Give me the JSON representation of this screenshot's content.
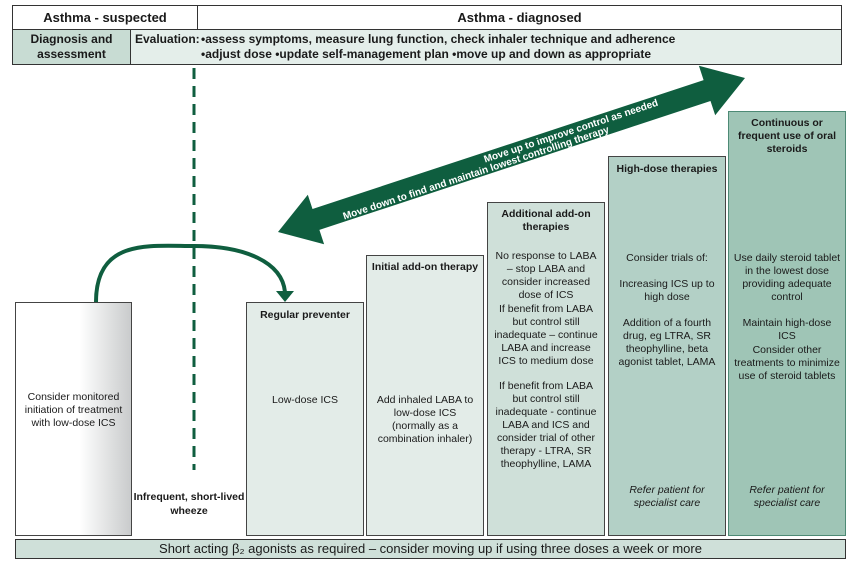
{
  "header": {
    "suspected_label": "Asthma - suspected",
    "diagnosed_label": "Asthma - diagnosed"
  },
  "assessment": {
    "label": "Diagnosis and assessment",
    "evaluation_label": "Evaluation:",
    "line1": "•assess symptoms, measure lung function, check inhaler technique and adherence",
    "line2": "•adjust dose •update self-management plan •move up and down as appropriate"
  },
  "arrow": {
    "up_label": "Move up to improve control as needed",
    "down_label": "Move down to find and maintain lowest controlling therapy",
    "color": "#0f5e3f"
  },
  "columns": [
    {
      "title": "",
      "body": [
        "Consider monitored initiation of treatment with low-dose ICS"
      ],
      "footer": ""
    },
    {
      "title": "Regular preventer",
      "body": [
        "Low-dose ICS"
      ],
      "footer": ""
    },
    {
      "title": "Initial add-on therapy",
      "body": [
        "Add inhaled LABA to low-dose ICS (normally as a combination inhaler)"
      ],
      "footer": ""
    },
    {
      "title": "Additional add-on therapies",
      "body": [
        "No response to LABA – stop LABA and consider increased dose of ICS",
        "If benefit from LABA but control still inadequate – continue LABA and increase ICS to medium dose",
        "If benefit from LABA but control still inadequate - continue LABA and ICS and consider trial of other therapy - LTRA, SR theophylline, LAMA"
      ],
      "footer": ""
    },
    {
      "title": "High-dose therapies",
      "body": [
        "Consider trials of:",
        "Increasing ICS up to high dose",
        "Addition of a fourth drug, eg LTRA, SR theophylline, beta agonist tablet, LAMA"
      ],
      "footer": "Refer patient for specialist care"
    },
    {
      "title": "Continuous or frequent use of oral steroids",
      "body": [
        "Use daily steroid tablet in the lowest dose providing adequate control",
        "Maintain high-dose ICS",
        "Consider other treatments to minimize use of steroid tablets"
      ],
      "footer": "Refer patient for specialist care"
    }
  ],
  "wheeze_label": "Infrequent, short-lived wheeze",
  "footer_text": "Short acting β₂ agonists as required – consider moving up if using three doses a week or more"
}
